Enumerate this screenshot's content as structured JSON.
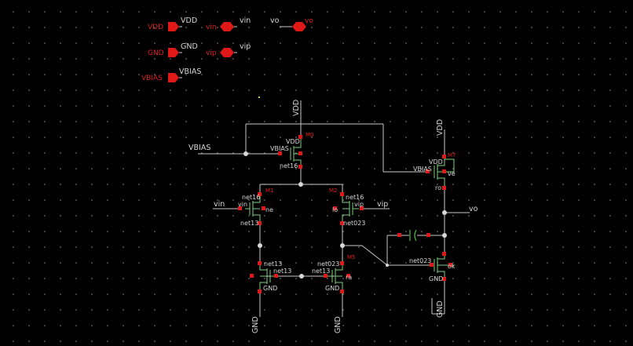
{
  "pins": {
    "vdd_name": "VDD",
    "vdd_label": "VDD",
    "gnd_name": "GND",
    "gnd_label": "GND",
    "vbias_name": "VBIAS",
    "vbias_label": "VBIAS",
    "vin_name": "vin",
    "vin_label": "vin",
    "vip_name": "vip",
    "vip_label": "vip",
    "vo_name": "vo",
    "vo_label": "vo"
  },
  "nets": {
    "vdd1": "VDD",
    "vdd2": "VDD",
    "gnd1": "GND",
    "gnd2": "GND",
    "gnd3": "GND",
    "vbias": "VBIAS",
    "vin": "vin",
    "vip": "vip",
    "vo": "vo"
  },
  "devices": {
    "M0": {
      "name": "M0",
      "vdd": "VDD",
      "gate": "VBIAS",
      "drain": "net16"
    },
    "M1": {
      "name": "M1",
      "top": "net16",
      "gate": "vin",
      "drain": "net13",
      "b": "ne"
    },
    "M2": {
      "name": "M2",
      "top": "net16",
      "gate": "vip",
      "drain": "net023",
      "b": "lo"
    },
    "M3": {
      "name": "",
      "drain": "net13",
      "gate": "net13",
      "src": "GND"
    },
    "M5": {
      "name": "M5",
      "drain": "net023",
      "gate": "net13",
      "src": "GND",
      "b": "ra"
    },
    "M7": {
      "name": "M7",
      "vdd": "VDD",
      "gate": "VBIAS",
      "drain": "ro",
      "b": "ve"
    },
    "M6": {
      "name": "",
      "gate": "net023",
      "src": "GND",
      "b": "ok"
    }
  },
  "colors": {
    "background": "#000000",
    "wire": "#c8c8c8",
    "pin": "#e01818",
    "device": "#7fd07f"
  }
}
